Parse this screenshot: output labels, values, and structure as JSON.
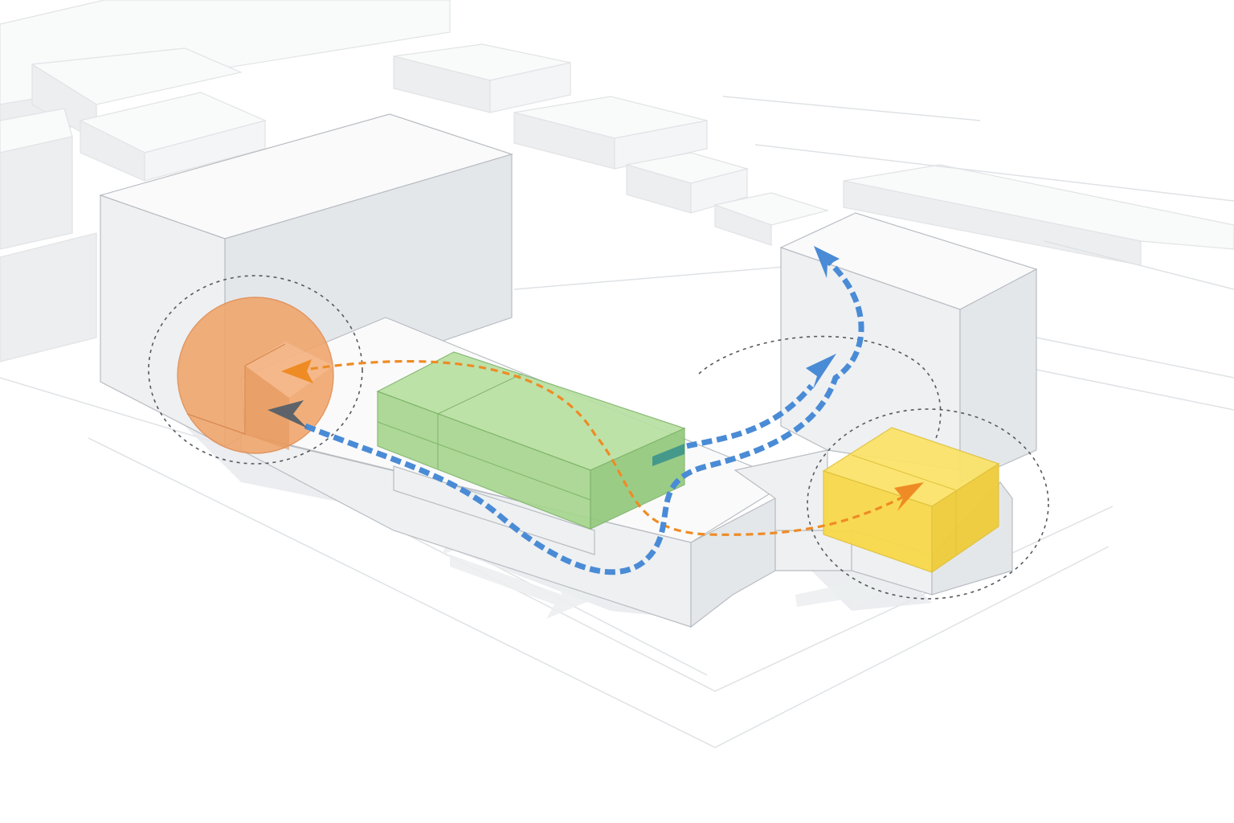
{
  "diagram": {
    "kind": "isometric-massing-circulation",
    "colors": {
      "background": "#ffffff",
      "building_massing": "#eef0f2",
      "context_massing": "#f4f5f6",
      "green_volume": "#a7d68f",
      "yellow_volume": "#f8d84a",
      "orange_sphere": "#f0a46a",
      "blue_circulation": "#4a8bd6",
      "orange_circulation": "#ee8b24",
      "grey_arrow": "#5e6369",
      "influence_rings": "#55595e"
    },
    "elements": [
      "context-buildings",
      "tall-block-left",
      "tower-right",
      "podium",
      "green-volume",
      "yellow-volume",
      "orange-sphere",
      "blue-circulation-path",
      "orange-circulation-path",
      "influence-rings"
    ]
  }
}
